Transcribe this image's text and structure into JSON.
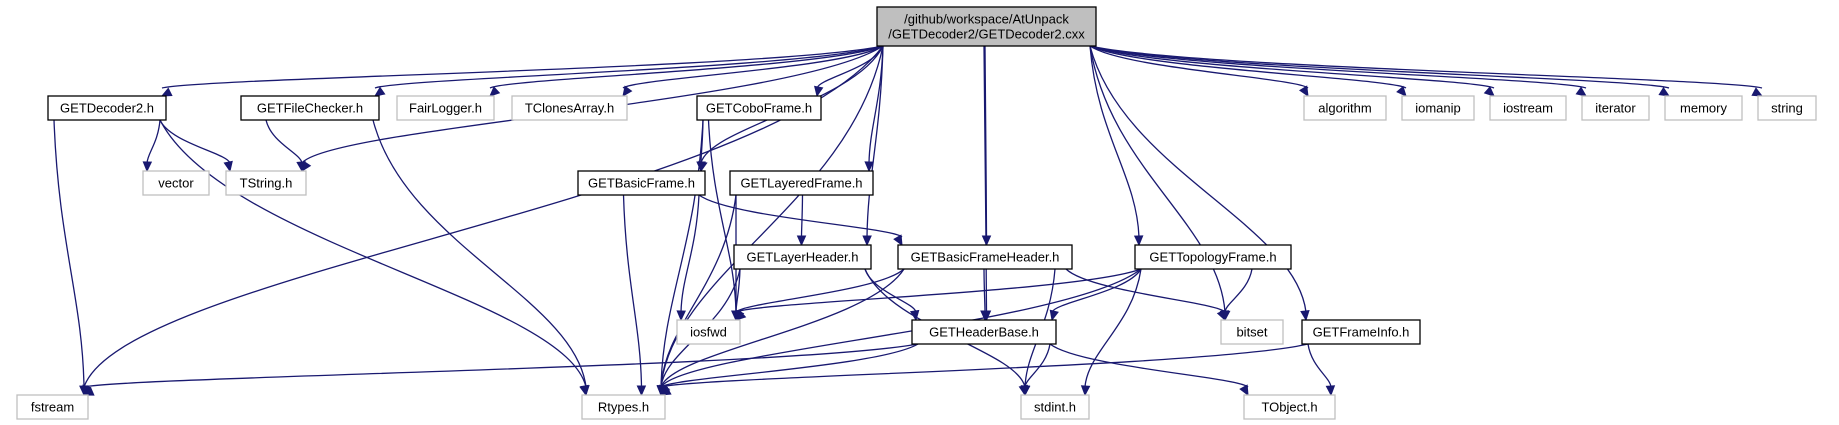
{
  "colors": {
    "root_fill": "#bfbfbf",
    "documented_border": "#000000",
    "undocumented_border": "#bfbfbf",
    "edge": "#191970",
    "background": "#ffffff"
  },
  "nodes": [
    {
      "id": "root",
      "lines": [
        "/github/workspace/AtUnpack",
        "/GETDecoder2/GETDecoder2.cxx"
      ],
      "kind": "root"
    },
    {
      "id": "GETDecoder2",
      "lines": [
        "GETDecoder2.h"
      ],
      "kind": "documented"
    },
    {
      "id": "GETFileChecker",
      "lines": [
        "GETFileChecker.h"
      ],
      "kind": "documented"
    },
    {
      "id": "FairLogger",
      "lines": [
        "FairLogger.h"
      ],
      "kind": "external"
    },
    {
      "id": "TClonesArray",
      "lines": [
        "TClonesArray.h"
      ],
      "kind": "external"
    },
    {
      "id": "GETCoboFrame",
      "lines": [
        "GETCoboFrame.h"
      ],
      "kind": "documented"
    },
    {
      "id": "algorithm",
      "lines": [
        "algorithm"
      ],
      "kind": "external"
    },
    {
      "id": "iomanip",
      "lines": [
        "iomanip"
      ],
      "kind": "external"
    },
    {
      "id": "iostream",
      "lines": [
        "iostream"
      ],
      "kind": "external"
    },
    {
      "id": "iterator",
      "lines": [
        "iterator"
      ],
      "kind": "external"
    },
    {
      "id": "memory",
      "lines": [
        "memory"
      ],
      "kind": "external"
    },
    {
      "id": "string",
      "lines": [
        "string"
      ],
      "kind": "external"
    },
    {
      "id": "vector",
      "lines": [
        "vector"
      ],
      "kind": "external"
    },
    {
      "id": "TString",
      "lines": [
        "TString.h"
      ],
      "kind": "external"
    },
    {
      "id": "GETBasicFrame",
      "lines": [
        "GETBasicFrame.h"
      ],
      "kind": "documented"
    },
    {
      "id": "GETLayeredFrame",
      "lines": [
        "GETLayeredFrame.h"
      ],
      "kind": "documented"
    },
    {
      "id": "GETLayerHeader",
      "lines": [
        "GETLayerHeader.h"
      ],
      "kind": "documented"
    },
    {
      "id": "GETBasicFrameHeader",
      "lines": [
        "GETBasicFrameHeader.h"
      ],
      "kind": "documented"
    },
    {
      "id": "GETTopologyFrame",
      "lines": [
        "GETTopologyFrame.h"
      ],
      "kind": "documented"
    },
    {
      "id": "iosfwd",
      "lines": [
        "iosfwd"
      ],
      "kind": "external"
    },
    {
      "id": "GETHeaderBase",
      "lines": [
        "GETHeaderBase.h"
      ],
      "kind": "documented"
    },
    {
      "id": "bitset",
      "lines": [
        "bitset"
      ],
      "kind": "external"
    },
    {
      "id": "GETFrameInfo",
      "lines": [
        "GETFrameInfo.h"
      ],
      "kind": "documented"
    },
    {
      "id": "fstream",
      "lines": [
        "fstream"
      ],
      "kind": "external"
    },
    {
      "id": "Rtypes",
      "lines": [
        "Rtypes.h"
      ],
      "kind": "external"
    },
    {
      "id": "stdint",
      "lines": [
        "stdint.h"
      ],
      "kind": "external"
    },
    {
      "id": "TObject",
      "lines": [
        "TObject.h"
      ],
      "kind": "external"
    }
  ],
  "edges": [
    [
      "root",
      "GETDecoder2"
    ],
    [
      "root",
      "GETFileChecker"
    ],
    [
      "root",
      "FairLogger"
    ],
    [
      "root",
      "TClonesArray"
    ],
    [
      "root",
      "GETCoboFrame"
    ],
    [
      "root",
      "algorithm"
    ],
    [
      "root",
      "iomanip"
    ],
    [
      "root",
      "iostream"
    ],
    [
      "root",
      "iterator"
    ],
    [
      "root",
      "memory"
    ],
    [
      "root",
      "string"
    ],
    [
      "root",
      "fstream"
    ],
    [
      "root",
      "TString"
    ],
    [
      "root",
      "Rtypes"
    ],
    [
      "root",
      "GETBasicFrame"
    ],
    [
      "root",
      "GETLayeredFrame"
    ],
    [
      "root",
      "GETLayerHeader"
    ],
    [
      "root",
      "GETBasicFrameHeader"
    ],
    [
      "root",
      "GETHeaderBase"
    ],
    [
      "root",
      "GETTopologyFrame"
    ],
    [
      "root",
      "bitset"
    ],
    [
      "root",
      "GETFrameInfo"
    ],
    [
      "GETDecoder2",
      "vector"
    ],
    [
      "GETDecoder2",
      "TString"
    ],
    [
      "GETDecoder2",
      "fstream"
    ],
    [
      "GETDecoder2",
      "Rtypes"
    ],
    [
      "GETFileChecker",
      "TString"
    ],
    [
      "GETFileChecker",
      "Rtypes"
    ],
    [
      "GETCoboFrame",
      "GETBasicFrame"
    ],
    [
      "GETCoboFrame",
      "iosfwd"
    ],
    [
      "GETCoboFrame",
      "Rtypes"
    ],
    [
      "GETBasicFrame",
      "GETBasicFrameHeader"
    ],
    [
      "GETBasicFrame",
      "iosfwd"
    ],
    [
      "GETBasicFrame",
      "Rtypes"
    ],
    [
      "GETLayeredFrame",
      "GETLayerHeader"
    ],
    [
      "GETLayeredFrame",
      "iosfwd"
    ],
    [
      "GETLayeredFrame",
      "Rtypes"
    ],
    [
      "GETLayerHeader",
      "GETHeaderBase"
    ],
    [
      "GETLayerHeader",
      "iosfwd"
    ],
    [
      "GETLayerHeader",
      "Rtypes"
    ],
    [
      "GETLayerHeader",
      "stdint"
    ],
    [
      "GETBasicFrameHeader",
      "GETHeaderBase"
    ],
    [
      "GETBasicFrameHeader",
      "iosfwd"
    ],
    [
      "GETBasicFrameHeader",
      "Rtypes"
    ],
    [
      "GETBasicFrameHeader",
      "stdint"
    ],
    [
      "GETBasicFrameHeader",
      "bitset"
    ],
    [
      "GETTopologyFrame",
      "GETHeaderBase"
    ],
    [
      "GETTopologyFrame",
      "iosfwd"
    ],
    [
      "GETTopologyFrame",
      "Rtypes"
    ],
    [
      "GETTopologyFrame",
      "stdint"
    ],
    [
      "GETTopologyFrame",
      "bitset"
    ],
    [
      "GETHeaderBase",
      "fstream"
    ],
    [
      "GETHeaderBase",
      "Rtypes"
    ],
    [
      "GETHeaderBase",
      "stdint"
    ],
    [
      "GETHeaderBase",
      "TObject"
    ],
    [
      "GETFrameInfo",
      "Rtypes"
    ],
    [
      "GETFrameInfo",
      "TObject"
    ]
  ]
}
